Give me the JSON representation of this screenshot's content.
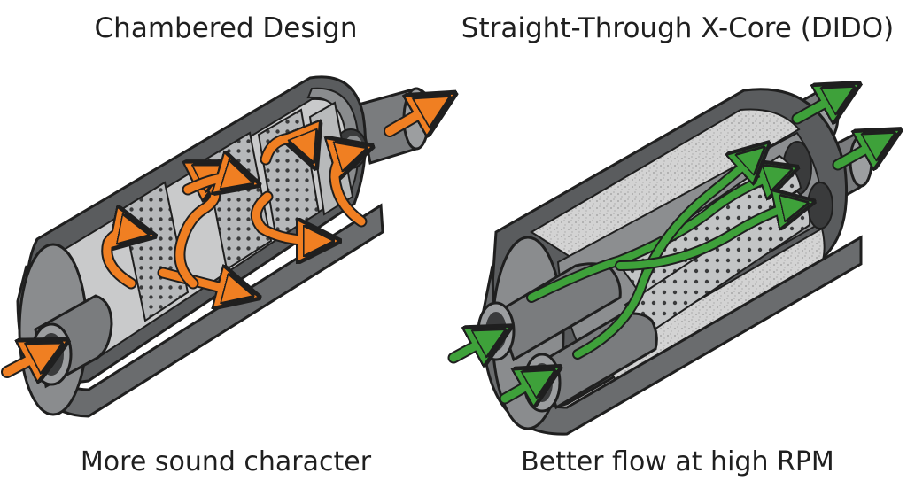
{
  "left": {
    "title": "Chambered Design",
    "caption": "More sound character"
  },
  "right": {
    "title": "Straight-Through X-Core (DIDO)",
    "caption": "Better flow at high RPM"
  },
  "colors": {
    "shell_dark": "#4e5052",
    "shell_mid": "#707274",
    "shell_light": "#a9abad",
    "interior": "#c9cacb",
    "outline": "#1f1f1f",
    "orange_arrow": "#f07f22",
    "green_arrow": "#3ea13a",
    "packing": "#d9d9d9"
  }
}
